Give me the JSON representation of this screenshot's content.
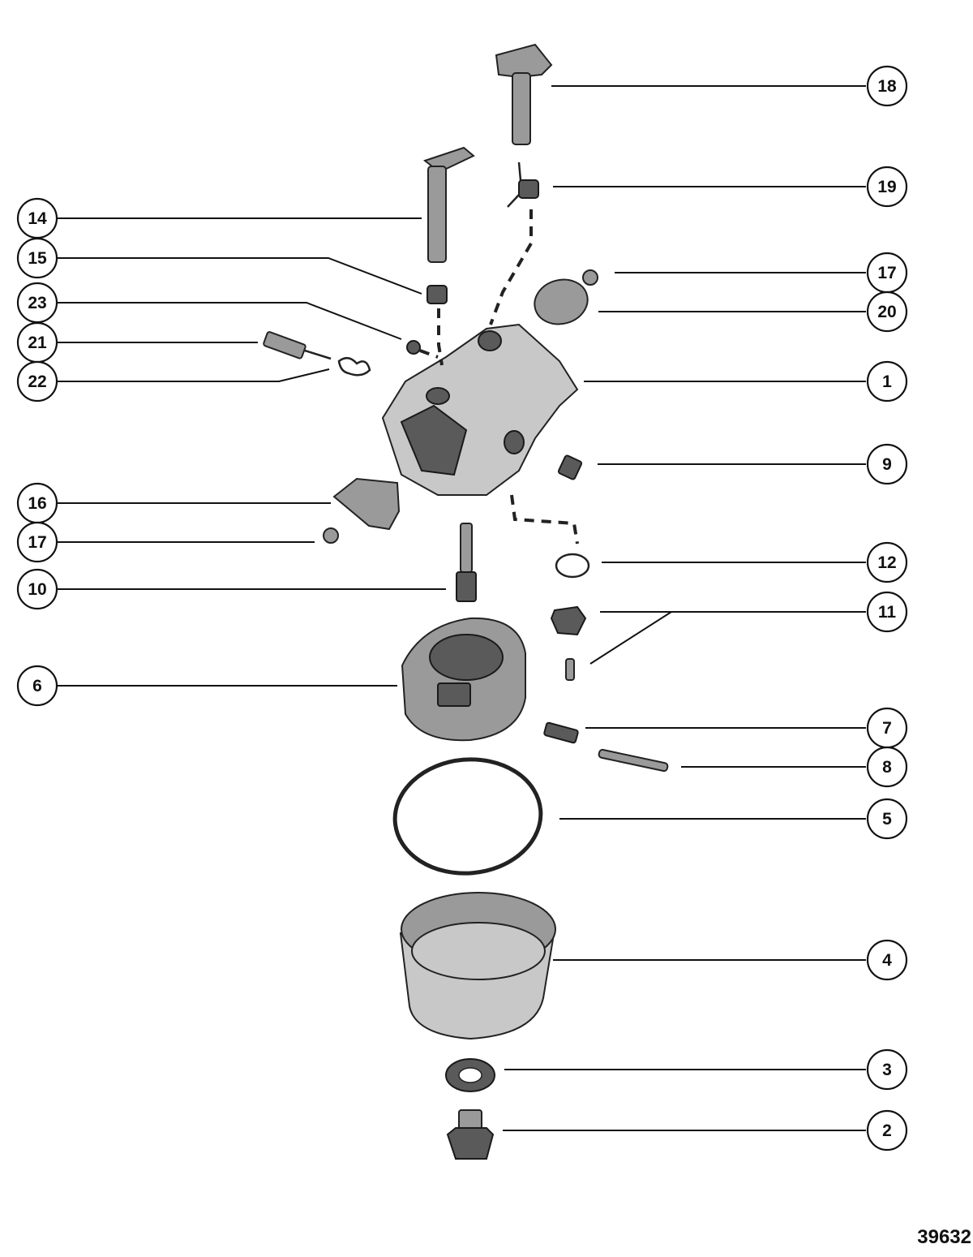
{
  "figure_number": "39632",
  "callouts": [
    "18",
    "19",
    "14",
    "15",
    "17",
    "23",
    "20",
    "21",
    "1",
    "22",
    "9",
    "16",
    "17",
    "12",
    "10",
    "11",
    "6",
    "7",
    "8",
    "5",
    "4",
    "3",
    "2"
  ]
}
